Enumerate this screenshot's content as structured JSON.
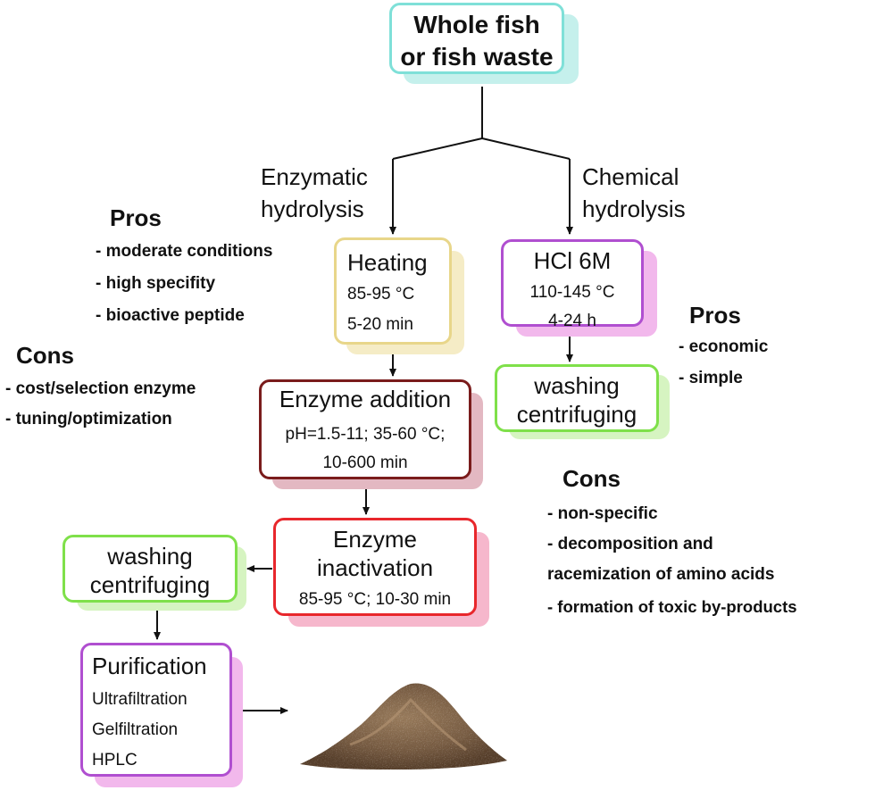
{
  "colors": {
    "cyan": "#7fe0d8",
    "cyan_shadow": "#c5f0ec",
    "yellow": "#e8d68a",
    "yellow_shadow": "#f5ecc6",
    "purple": "#b04fd0",
    "pink_shadow": "#f2b8ec",
    "green": "#7fe04a",
    "green_shadow": "#d6f4c1",
    "maroon": "#7a1c1c",
    "maroon_shadow": "#e3b8c2",
    "red": "#e8272c",
    "red_shadow": "#f6b7cc"
  },
  "start": {
    "line1": "Whole fish",
    "line2": "or fish waste"
  },
  "branches": {
    "enzymatic": {
      "line1": "Enzymatic",
      "line2": "hydrolysis"
    },
    "chemical": {
      "line1": "Chemical",
      "line2": "hydrolysis"
    }
  },
  "heating": {
    "title": "Heating",
    "temp": "85-95 °C",
    "time": "5-20 min"
  },
  "hcl": {
    "title": "HCl 6M",
    "temp": "110-145 °C",
    "time": "4-24 h"
  },
  "washing_right": {
    "line1": "washing",
    "line2": "centrifuging"
  },
  "enzyme_addition": {
    "title": "Enzyme addition",
    "cond": "pH=1.5-11; 35-60 °C;",
    "time": "10-600 min"
  },
  "enzyme_inactivation": {
    "line1": "Enzyme",
    "line2": "inactivation",
    "cond": "85-95 °C; 10-30 min"
  },
  "washing_left": {
    "line1": "washing",
    "line2": "centrifuging"
  },
  "purification": {
    "title": "Purification",
    "items": [
      "Ultrafiltration",
      "Gelfiltration",
      "HPLC"
    ]
  },
  "enzymatic_pros": {
    "heading": "Pros",
    "items": [
      "- moderate conditions",
      "- high specifity",
      "- bioactive peptide"
    ]
  },
  "enzymatic_cons": {
    "heading": "Cons",
    "items": [
      "- cost/selection enzyme",
      "- tuning/optimization"
    ]
  },
  "chemical_pros": {
    "heading": "Pros",
    "items": [
      "- economic",
      "- simple"
    ]
  },
  "chemical_cons": {
    "heading": "Cons",
    "items": [
      "- non-specific",
      "- decomposition and",
      "racemization of amino acids",
      "- formation of toxic by-products"
    ]
  }
}
